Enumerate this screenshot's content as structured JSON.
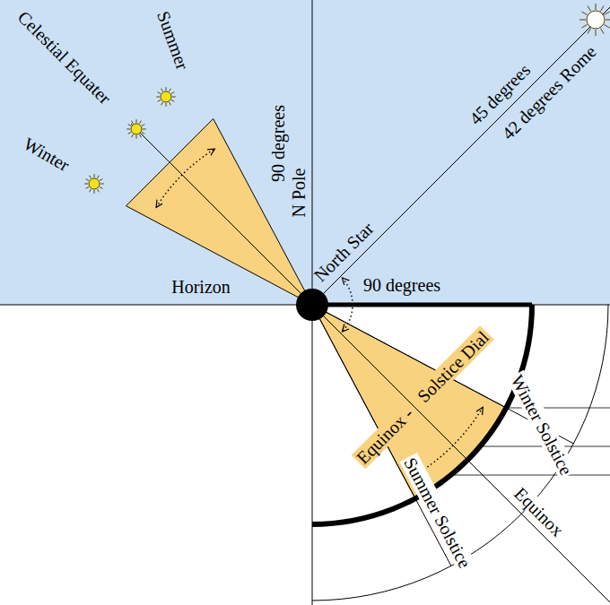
{
  "diagram": {
    "labels": [
      "Celestial Equater",
      "Summer",
      "Winter",
      "90 degrees",
      "N Pole",
      "45 degrees",
      "42 degrees Rome",
      "North Star",
      "90 degrees",
      "Horizon",
      "Equinox -",
      "Solstice Dial",
      "Winter Solstice",
      "Summer Solstice",
      "Equinox"
    ]
  }
}
